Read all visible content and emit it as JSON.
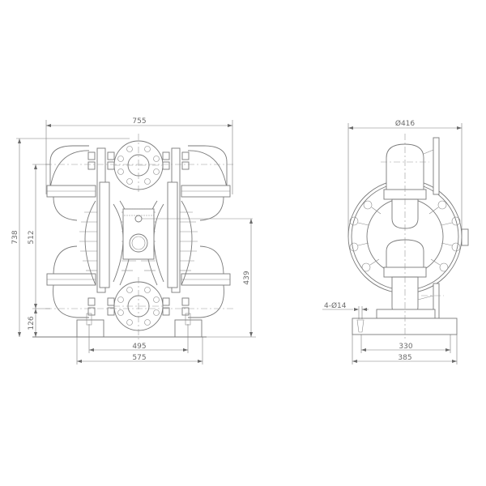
{
  "drawing": {
    "subject": "Air-operated double diaphragm pump — dimensional drawing",
    "front_view": {
      "dimensions": {
        "overall_width": "755",
        "overall_height": "738",
        "outlet_height": "512",
        "inlet_height": "126",
        "air_inlet_height": "439",
        "mount_hole_spacing": "495",
        "base_width": "575"
      }
    },
    "side_view": {
      "dimensions": {
        "diameter": "Ø416",
        "mount_holes": "4-Ø14",
        "mount_hole_spacing": "330",
        "base_depth": "385"
      }
    },
    "colors": {
      "line": "#7a7a7a",
      "text": "#6a6a6a",
      "background": "#ffffff"
    }
  }
}
